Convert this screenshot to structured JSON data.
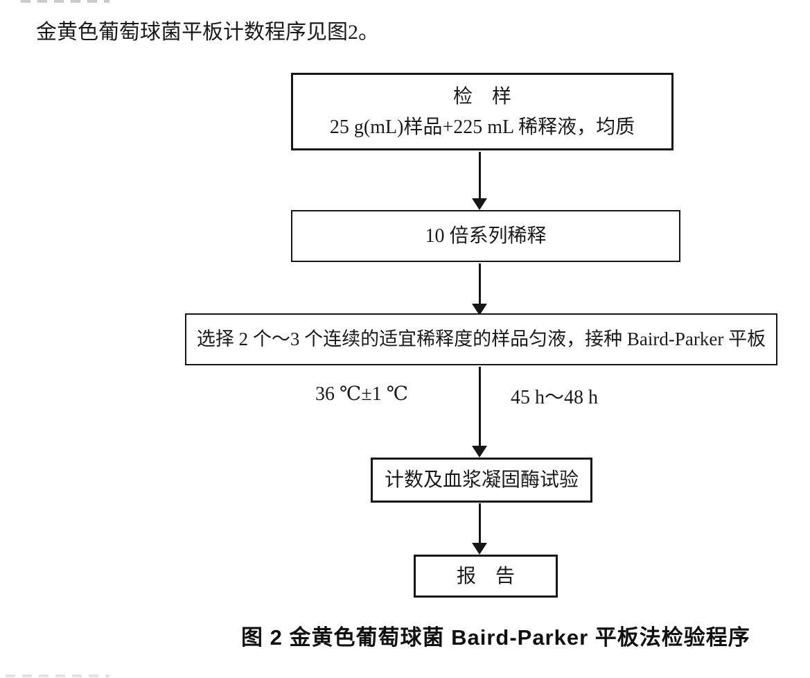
{
  "page": {
    "intro_text": "金黄色葡萄球菌平板计数程序见图2。",
    "figure_caption": "图 2 金黄色葡萄球菌 Baird-Parker 平板法检验程序",
    "background_color": "#ffffff",
    "text_color": "#1a1a1a",
    "line_color": "#161616"
  },
  "flowchart": {
    "boxes": [
      {
        "id": "sample",
        "title": "检　样",
        "detail": "25 g(mL)样品+225 mL 稀释液，均质"
      },
      {
        "id": "serial-dilution",
        "title": "10 倍系列稀释"
      },
      {
        "id": "inoculation",
        "title": "选择 2 个～3 个连续的适宜稀释度的样品匀液，接种 Baird-Parker 平板"
      },
      {
        "id": "counting-coagulase-test",
        "title": "计数及血浆凝固酶试验"
      },
      {
        "id": "report",
        "title": "报　告"
      }
    ],
    "incubation_labels": {
      "temperature": "36 ℃±1 ℃",
      "duration": "45 h～48 h"
    }
  }
}
